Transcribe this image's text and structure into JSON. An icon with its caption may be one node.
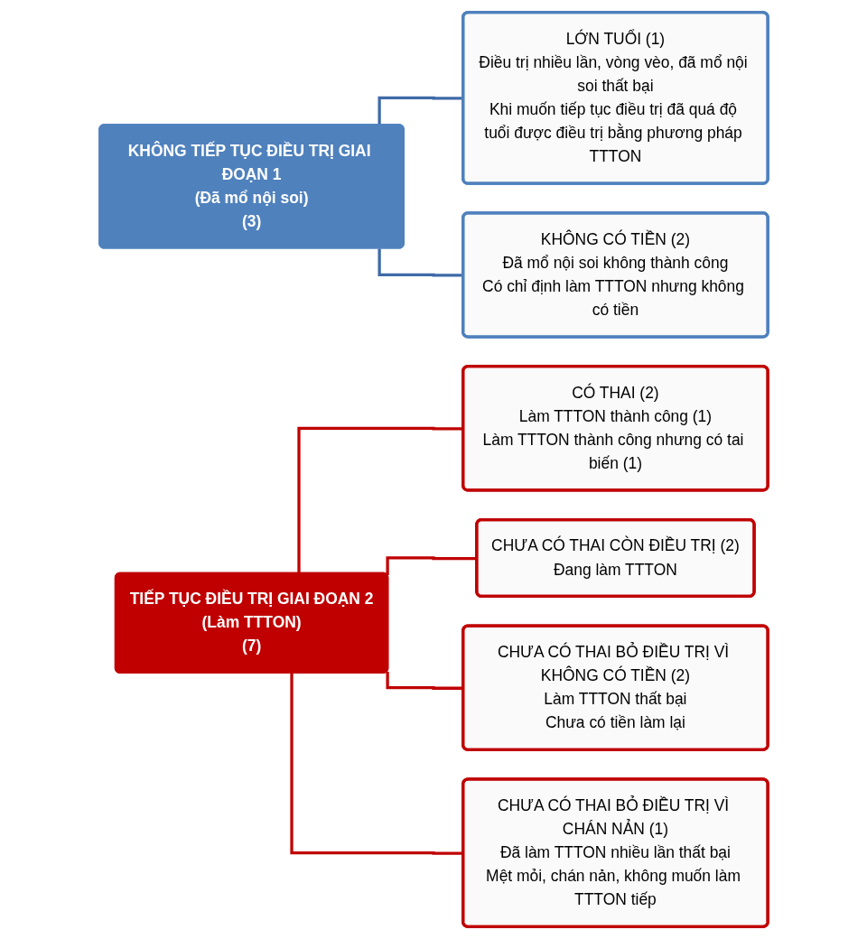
{
  "diagram": {
    "nodes": [
      {
        "text": [
          "KHÔNG TIẾP TỤC ĐIỀU TRỊ GIAI ĐOẠN 1",
          "(Đã mổ nội soi)",
          "(3)"
        ]
      },
      {
        "text": [
          "LỚN TUỔI (1)",
          "Điều trị nhiều lần, vòng vèo, đã mổ nội soi thất bại",
          "Khi muốn tiếp tục điều trị đã quá độ tuổi được điều trị bằng phương pháp TTTON"
        ]
      },
      {
        "text": [
          "KHÔNG CÓ TIỀN (2)",
          "Đã mổ nội soi không thành công",
          "Có chỉ định làm TTTON nhưng không có tiền"
        ]
      },
      {
        "text": [
          "TIẾP TỤC ĐIỀU TRỊ GIAI ĐOẠN 2",
          "(Làm TTTON)",
          "(7)"
        ]
      },
      {
        "text": [
          "CÓ THAI (2)",
          "Làm TTTON thành công (1)",
          "Làm TTTON thành công nhưng có tai biến (1)"
        ]
      },
      {
        "text": [
          "CHƯA CÓ THAI CÒN ĐIỀU TRỊ (2)",
          "Đang làm TTTON"
        ]
      },
      {
        "text": [
          "CHƯA CÓ THAI BỎ ĐIỀU TRỊ VÌ KHÔNG CÓ TIỀN (2)",
          "Làm TTTON thất bại",
          "Chưa có tiền làm lại"
        ]
      },
      {
        "text": [
          "CHƯA CÓ THAI BỎ ĐIỀU TRỊ VÌ CHÁN NẢN (1)",
          "Đã làm TTTON nhiều lần thất bại",
          "Mệt mỏi, chán nản, không muốn làm TTTON tiếp"
        ]
      }
    ],
    "edges": [
      {
        "from": 0,
        "to": 1,
        "arrow": "none",
        "color": "#3f6aa6"
      },
      {
        "from": 0,
        "to": 2,
        "arrow": "none",
        "color": "#3f6aa6"
      },
      {
        "from": 3,
        "to": 4,
        "arrow": "none"
      },
      {
        "from": 3,
        "to": 5,
        "arrow": "none"
      },
      {
        "from": 3,
        "to": 6,
        "arrow": "none"
      },
      {
        "from": 3,
        "to": 7,
        "arrow": "none"
      }
    ]
  }
}
